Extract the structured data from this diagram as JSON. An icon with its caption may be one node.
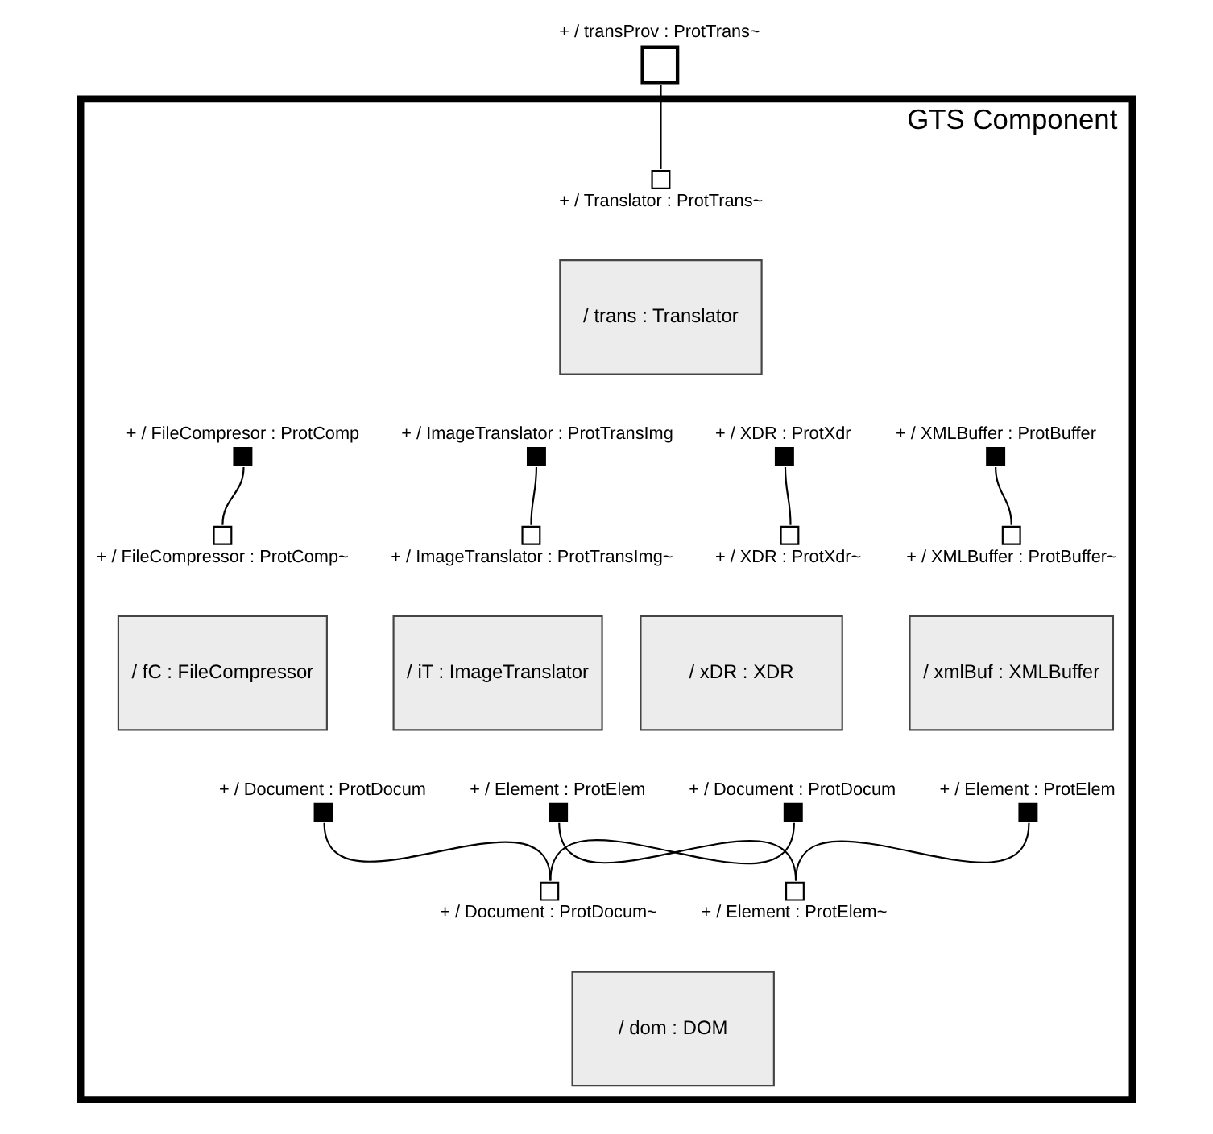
{
  "diagram": {
    "nodes": [
      {
        "text": [
          "GTS Component"
        ]
      },
      {
        "text": [],
        "shape": "box",
        "beside": [
          "+ / transProv : ProtTrans~"
        ]
      },
      {
        "text": [
          "/ trans : Translator"
        ],
        "in": 0
      },
      {
        "text": [
          "/ fC : FileCompressor"
        ],
        "in": 0
      },
      {
        "text": [
          "/ iT : ImageTranslator"
        ],
        "in": 0
      },
      {
        "text": [
          "/ xmlBuf : XMLBuffer"
        ],
        "in": 0
      },
      {
        "text": [
          "/ xDR : XDR"
        ],
        "in": 0
      },
      {
        "text": [
          "/ dom : DOM"
        ],
        "in": 0
      },
      {
        "text": [],
        "shape": "box",
        "in": 0,
        "beside": [
          "+ / Translator : ProtTrans~"
        ]
      },
      {
        "text": [],
        "shape": "box",
        "in": 0,
        "beside": [
          "+ / FileCompresor : ProtComp"
        ]
      },
      {
        "text": [],
        "shape": "box",
        "in": 0,
        "beside": [
          "+ / ImageTranslator : ProtTransImg"
        ]
      },
      {
        "text": [],
        "shape": "box",
        "in": 0,
        "beside": [
          "+ / XDR : ProtXdr"
        ]
      },
      {
        "text": [],
        "shape": "box",
        "in": 0,
        "beside": [
          "+ / XMLBuffer : ProtBuffer"
        ]
      },
      {
        "text": [],
        "shape": "box",
        "in": 0,
        "beside": [
          "+ / FileCompressor : ProtComp~"
        ]
      },
      {
        "text": [],
        "shape": "box",
        "in": 0,
        "beside": [
          "+ / ImageTranslator : ProtTransImg~"
        ]
      },
      {
        "text": [],
        "shape": "box",
        "in": 0,
        "beside": [
          "+ / XMLBuffer : ProtBuffer~"
        ]
      },
      {
        "text": [],
        "shape": "box",
        "in": 0,
        "beside": [
          "+ / XDR : ProtXdr~"
        ]
      },
      {
        "text": [],
        "shape": "box",
        "in": 0,
        "beside": [
          "+ / Element : ProtElem"
        ]
      },
      {
        "text": [],
        "shape": "box",
        "in": 0,
        "beside": [
          "+ / Document : ProtDocum"
        ]
      },
      {
        "text": [],
        "shape": "box",
        "in": 0,
        "beside": [
          "+ / Document : ProtDocum"
        ]
      },
      {
        "text": [],
        "shape": "box",
        "in": 0,
        "beside": [
          "+ / Element : ProtElem"
        ]
      },
      {
        "text": [],
        "shape": "box",
        "in": 0,
        "beside": [
          "+ / Document : ProtDocum~"
        ]
      },
      {
        "text": [],
        "shape": "box",
        "in": 0,
        "beside": [
          "+ / Element : ProtElem~"
        ]
      }
    ],
    "edges": [
      {
        "from": 1,
        "to": 8,
        "arrow": "none"
      },
      {
        "from": 9,
        "to": 13,
        "arrow": "none"
      },
      {
        "from": 10,
        "to": 14,
        "arrow": "none"
      },
      {
        "from": 11,
        "to": 16,
        "arrow": "none"
      },
      {
        "from": 12,
        "to": 15,
        "arrow": "none"
      },
      {
        "from": 17,
        "to": 22,
        "arrow": "none"
      },
      {
        "from": 18,
        "to": 21,
        "arrow": "none"
      },
      {
        "from": 19,
        "to": 21,
        "arrow": "none"
      },
      {
        "from": 20,
        "to": 22,
        "arrow": "none"
      }
    ]
  }
}
